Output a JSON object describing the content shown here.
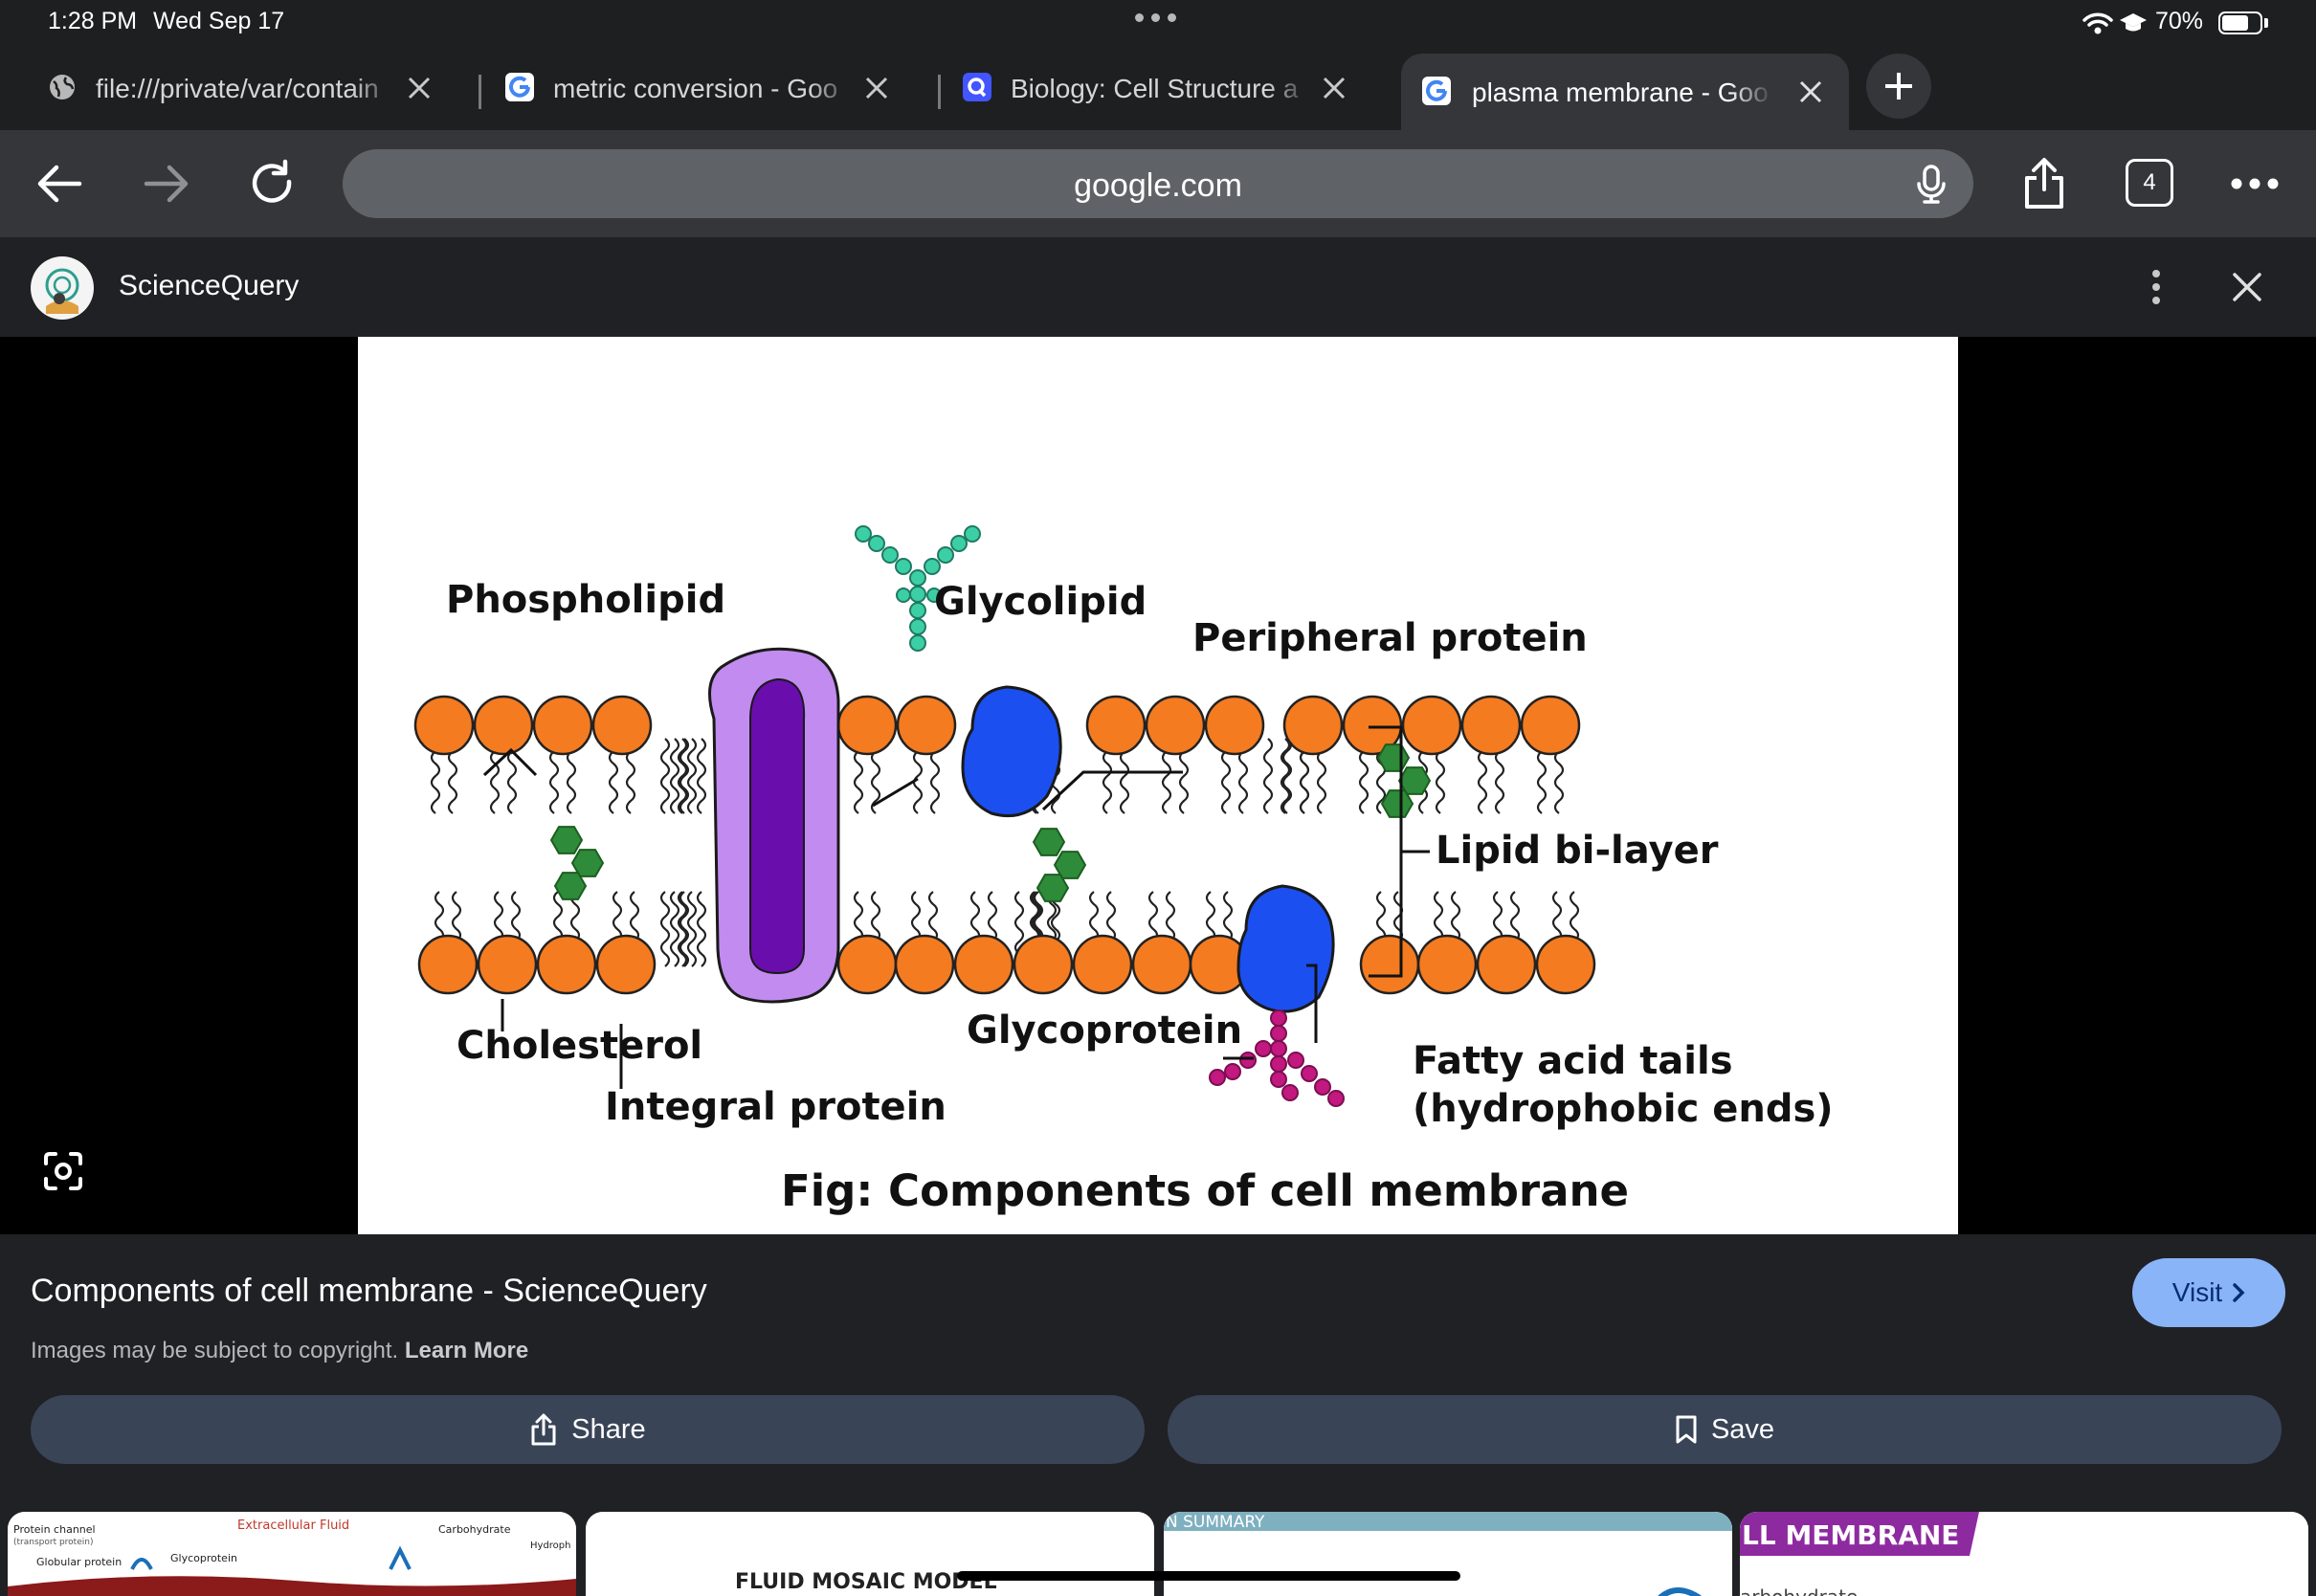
{
  "status_bar": {
    "time": "1:28 PM",
    "date": "Wed Sep 17",
    "battery_percent": "70%",
    "battery_level": 0.7
  },
  "tabs": [
    {
      "title": "file:///private/var/contain",
      "favicon": "globe-icon",
      "active": false
    },
    {
      "title": "metric conversion - Goo",
      "favicon": "google-g-icon",
      "active": false
    },
    {
      "title": "Biology: Cell Structure a",
      "favicon": "quizlet-q-icon",
      "active": false
    },
    {
      "title": "plasma membrane - Goo",
      "favicon": "google-g-icon",
      "active": true
    }
  ],
  "toolbar": {
    "url": "google.com",
    "tab_count": "4"
  },
  "viewer": {
    "source_name": "ScienceQuery",
    "image_title": "Components of cell membrane - ScienceQuery",
    "copyright_text": "Images may be subject to copyright.",
    "learn_more": "Learn More",
    "visit_label": "Visit",
    "share_label": "Share",
    "save_label": "Save"
  },
  "figure": {
    "labels": {
      "phospholipid": "Phospholipid",
      "glycolipid": "Glycolipid",
      "peripheral_protein": "Peripheral protein",
      "lipid_bilayer": "Lipid bi-layer",
      "cholesterol": "Cholesterol",
      "integral_protein": "Integral protein",
      "glycoprotein": "Glycoprotein",
      "fatty_acid_tails_1": "Fatty acid tails",
      "fatty_acid_tails_2": "(hydrophobic ends)"
    },
    "caption": "Fig: Components of cell membrane",
    "colors": {
      "phospholipid_head": "#f47b20",
      "integral_protein_outer": "#c28bf0",
      "integral_protein_inner": "#6a0dad",
      "peripheral_protein": "#1b4ff0",
      "cholesterol": "#2e8b3a",
      "glycolipid": "#3ccfa5",
      "glycoprotein": "#c2187f"
    }
  },
  "related": [
    {
      "text": "Extracellular Fluid"
    },
    {
      "text": "FLUID MOSAIC MODEL"
    },
    {
      "text": "N SUMMARY"
    },
    {
      "text": "LL MEMBRANE"
    }
  ],
  "related_small": {
    "protein_channel": "Protein channel",
    "transport_protein": "(transport protein)",
    "globular_protein": "Globular protein",
    "glycoprotein": "Glycoprotein",
    "carbohydrate": "Carbohydrate",
    "hydroph": "Hydroph",
    "arbohydrate": "arbohydrate"
  }
}
